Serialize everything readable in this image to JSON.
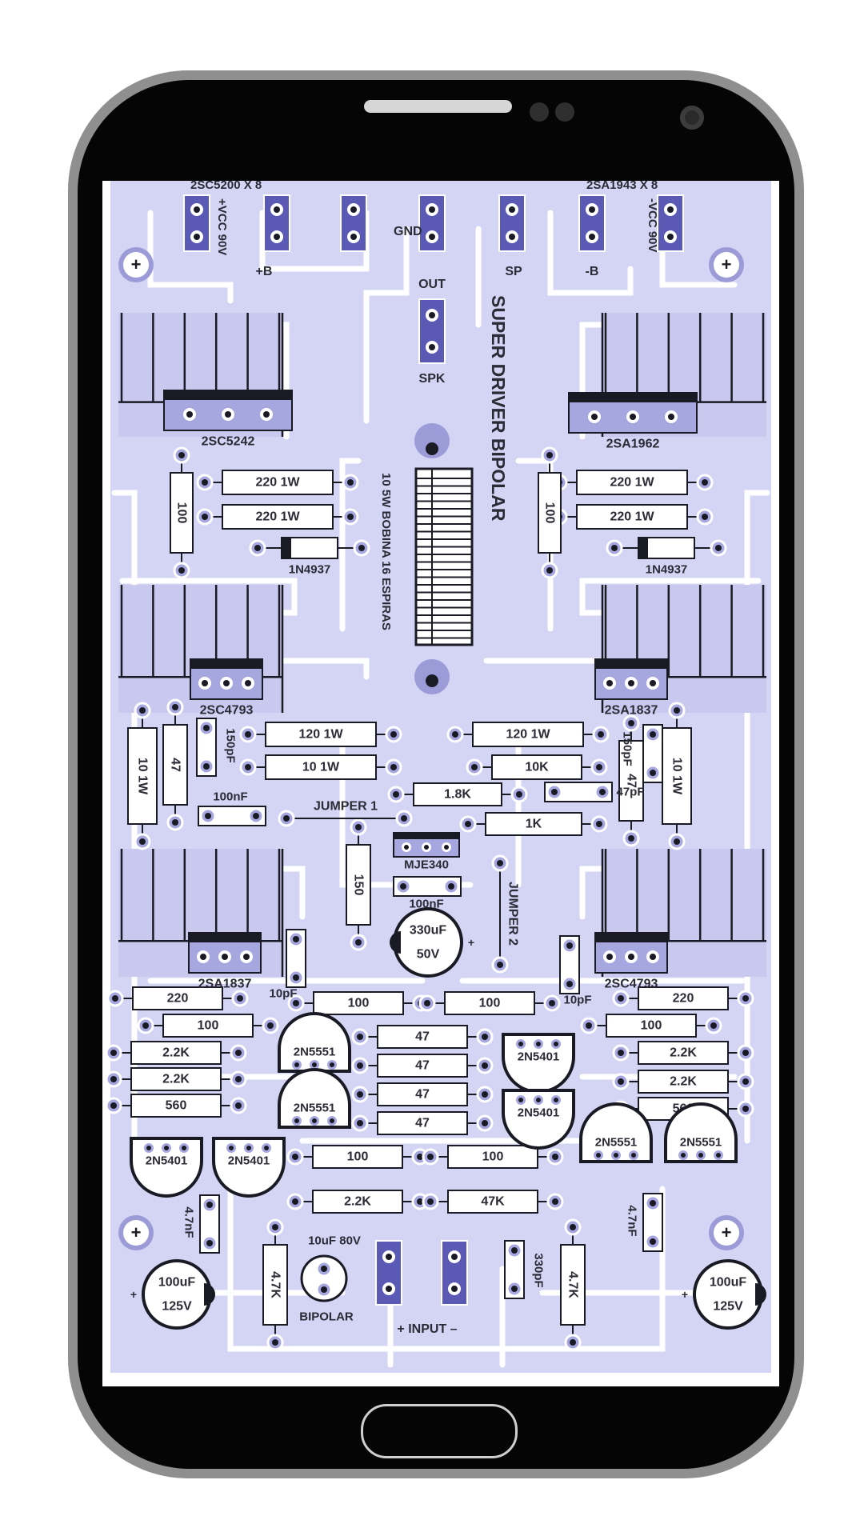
{
  "colors": {
    "board": "#d4d4f5",
    "trace": "#ffffff",
    "pad": "#5a5ab4",
    "ink": "#1a1a24",
    "frame": "#8f8f8f",
    "bezel": "#050505"
  },
  "header": {
    "left_transistors": "2SC5200 X 8",
    "right_transistors": "2SA1943 X 8"
  },
  "terminals": {
    "vcc_pos": "+VCC 90V",
    "vcc_neg": "-VCC 90V",
    "b_pos": "+B",
    "b_neg": "-B",
    "gnd": "GND",
    "out": "OUT",
    "sp": "SP",
    "spk": "SPK",
    "input": "+ INPUT –"
  },
  "titles": {
    "main": "SUPER DRIVER BIPOLAR",
    "coil": "10 5W BOBINA 16 ESPIRAS"
  },
  "labels": {
    "q_2sc5242": "2SC5242",
    "q_2sa1962": "2SA1962",
    "q_2sc4793": "2SC4793",
    "q_2sa1837": "2SA1837",
    "q_mje340": "MJE340",
    "d_1n4937": "1N4937",
    "r_220_1w": "220 1W",
    "r_100": "100",
    "r_120_1w": "120 1W",
    "r_10_1w": "10 1W",
    "r_10k": "10K",
    "r_1_8k": "1.8K",
    "r_1k": "1K",
    "r_47": "47",
    "r_150": "150",
    "r_220": "220",
    "r_2_2k": "2.2K",
    "r_560": "560",
    "r_47k": "47K",
    "r_4_7k": "4.7K",
    "c_150pf": "150pF",
    "c_100nf": "100nF",
    "c_47pf": "47pF",
    "c_10pf": "10pF",
    "c_4_7nf": "4.7nF",
    "c_330pf": "330pF",
    "c_330uf": "330uF",
    "c_50v": "50V",
    "c_100uf": "100uF",
    "c_125v": "125V",
    "c_10uf": "10uF 80V",
    "c_bipolar": "BIPOLAR",
    "q_2n5551": "2N5551",
    "q_2n5401": "2N5401",
    "jumper1": "JUMPER 1",
    "jumper2": "JUMPER 2",
    "plus": "+"
  }
}
